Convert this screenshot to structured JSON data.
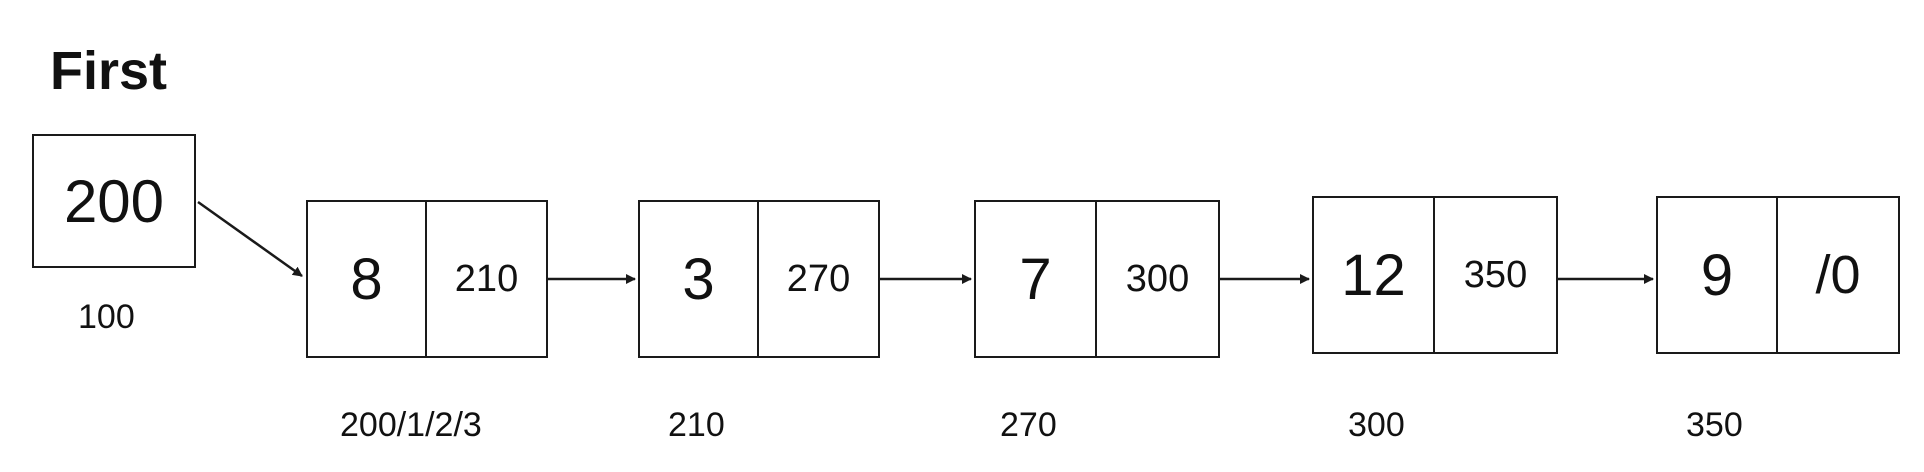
{
  "diagram": {
    "title": "First",
    "head": {
      "value": "200",
      "address": "100"
    },
    "nodes": [
      {
        "data": "8",
        "next": "210",
        "address": "200/1/2/3"
      },
      {
        "data": "3",
        "next": "270",
        "address": "210"
      },
      {
        "data": "7",
        "next": "300",
        "address": "270"
      },
      {
        "data": "12",
        "next": "350",
        "address": "300"
      },
      {
        "data": "9",
        "next": "/0",
        "address": "350"
      }
    ]
  }
}
